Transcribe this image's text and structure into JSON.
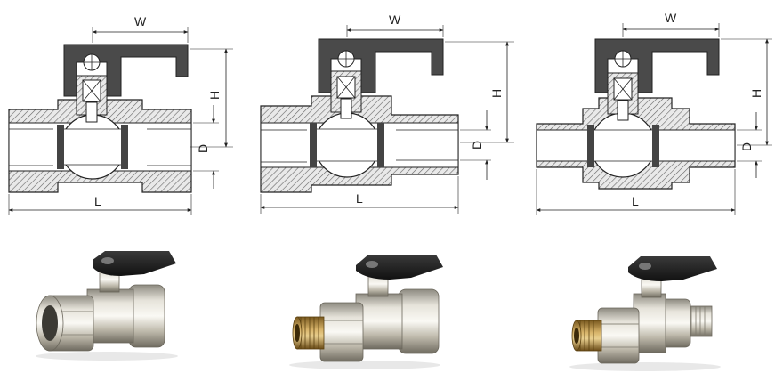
{
  "diagrams": [
    {
      "label_w": "W",
      "label_h": "H",
      "label_d": "D",
      "label_l": "L"
    },
    {
      "label_w": "W",
      "label_h": "H",
      "label_d": "D",
      "label_l": "L"
    },
    {
      "label_w": "W",
      "label_h": "H",
      "label_d": "D",
      "label_l": "L"
    }
  ],
  "products": [
    {
      "name": "female-female-ball-valve"
    },
    {
      "name": "male-female-ball-valve"
    },
    {
      "name": "male-male-ball-valve"
    }
  ],
  "colors": {
    "handle": "#4a4a4a",
    "hatch": "#555555",
    "brass": "#c8c3b4",
    "line": "#222222"
  }
}
